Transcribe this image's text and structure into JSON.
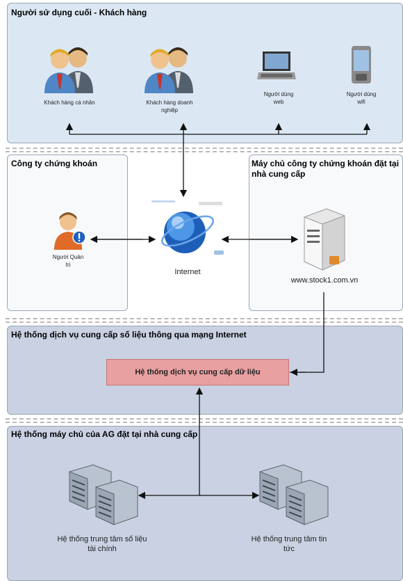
{
  "panels": {
    "end_users": "Người sử dụng cuối - Khách hàng",
    "securities_company": "Công ty chứng khoán",
    "server_provider": "Máy chủ công ty chứng khoán đặt tại nhà cung cấp",
    "data_service_system": "Hệ thống dịch vụ cung cấp số liệu thông qua mạng Internet",
    "ag_servers": "Hệ thống máy chủ của AG đặt tại nhà cung cấp"
  },
  "nodes": {
    "individual_customer": "Khách hàng cá nhân",
    "business_customer": "Khách hàng doanh nghiệp",
    "web_user": "Người dùng web",
    "wifi_user": "Người dùng wifi",
    "admin": "Người Quản trị",
    "internet": "Internet",
    "server_url": "www.stock1.com.vn",
    "data_service": "Hệ thống dịch vụ cung cấp dữ liệu",
    "financial_center": "Hệ thống trung tâm số liệu tài chính",
    "news_center": "Hệ thống trung tâm tin tức"
  },
  "colors": {
    "top_panel_bg": "#dbe8f4",
    "bottom_panel_bg": "#c9d1e2",
    "data_box": "#e8a0a0"
  }
}
